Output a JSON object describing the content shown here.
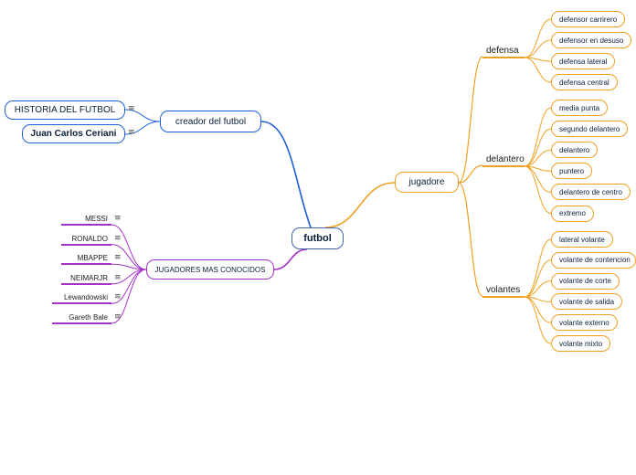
{
  "colors": {
    "blue": "#1d5fd9",
    "purple": "#a232c8",
    "orange": "#f0a020",
    "center_border": "#3a63a8",
    "note_icon": "notes-icon"
  },
  "center": {
    "label": "futbol"
  },
  "creador": {
    "label": "creador del futbol",
    "children": [
      "HISTORIA DEL FUTBOL",
      "Juan Carlos Ceriani"
    ]
  },
  "jugadores_conocidos": {
    "label": "JUGADORES MAS CONOCIDOS",
    "children": [
      "MESSI",
      "RONALDO",
      "MBAPPE",
      "NEIMARJR",
      "Lewandowski",
      "Gareth Bale"
    ]
  },
  "jugadore": {
    "label": "jugadore",
    "groups": [
      {
        "label": "defensa",
        "children": [
          "defensor carrirero",
          "defensor en desuso",
          "defensa lateral",
          "defensa central"
        ]
      },
      {
        "label": "delantero",
        "children": [
          "media punta",
          "segundo delantero",
          "delantero",
          "puntero",
          "delantero de centro",
          "extremo"
        ]
      },
      {
        "label": "volantes",
        "children": [
          "lateral volante",
          "volante de contencion",
          "volante de corte",
          "volante de salida",
          "volante externo",
          "volante mixto"
        ]
      }
    ]
  }
}
